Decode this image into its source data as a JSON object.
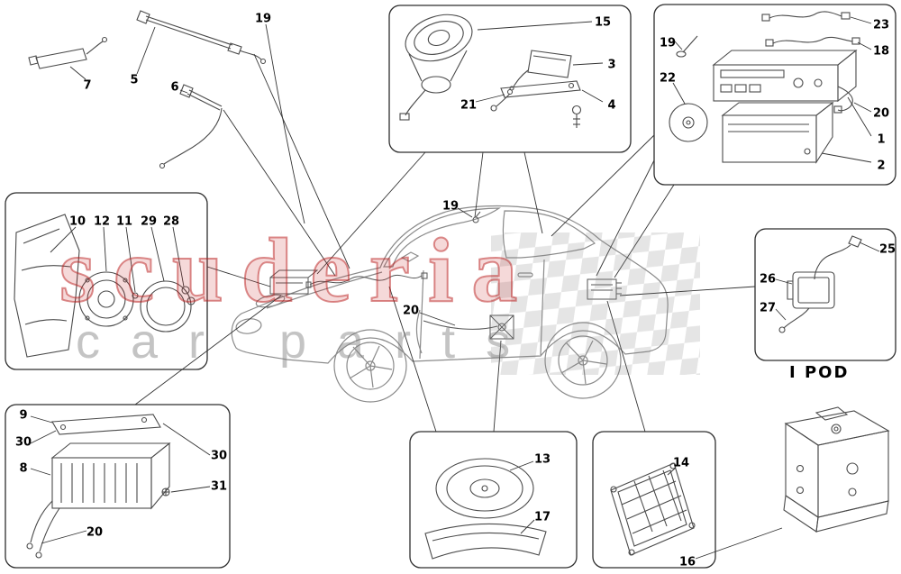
{
  "diagram": {
    "watermark_primary": "scuderia",
    "watermark_secondary": "car parts",
    "ipod_label": "I POD"
  },
  "colors": {
    "part_line": "#4a4a4a",
    "car_line": "#8a8a8a",
    "leader_line": "#333333",
    "watermark_red": "#b92d2d",
    "watermark_gray": "#7d7d7d",
    "background": "#ffffff"
  },
  "callouts": [
    "7",
    "5",
    "6",
    "19",
    "15",
    "3",
    "21",
    "4",
    "23",
    "18",
    "19",
    "22",
    "20",
    "1",
    "2",
    "10",
    "12",
    "11",
    "29",
    "28",
    "19",
    "20",
    "25",
    "26",
    "27",
    "9",
    "30",
    "8",
    "30",
    "31",
    "20",
    "13",
    "17",
    "14",
    "16"
  ]
}
